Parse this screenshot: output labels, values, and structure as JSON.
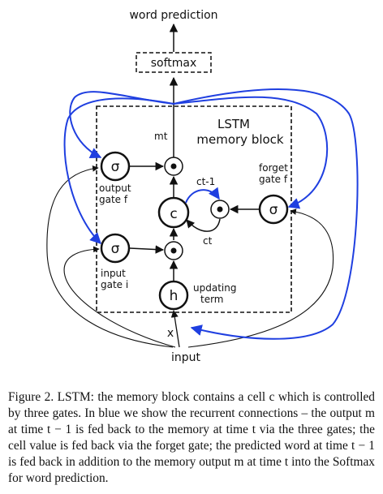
{
  "labels": {
    "word_prediction": "word prediction",
    "softmax": "softmax",
    "block_title_1": "LSTM",
    "block_title_2": "memory block",
    "m_t": "mt",
    "c_t_minus_1": "ct-1",
    "c_t": "ct",
    "output_gate_1": "output",
    "output_gate_2": "gate f",
    "forget_gate_1": "forget",
    "forget_gate_2": "gate f",
    "input_gate_1": "input",
    "input_gate_2": "gate i",
    "updating_1": "updating",
    "updating_2": "term",
    "x": "x",
    "input": "input"
  },
  "symbols": {
    "sigma": "σ",
    "cell": "c",
    "h": "h"
  },
  "colors": {
    "recurrent": "#1f3fe0",
    "ink": "#111111"
  },
  "caption": "Figure 2.   LSTM: the memory block contains a cell c which is controlled by three gates. In blue we show the recurrent connections – the output m at time t − 1 is fed back to the memory at time t via the three gates; the cell value is fed back via the forget gate; the predicted word at time t − 1 is fed back in addition to the memory output m at time t into the Softmax for word prediction."
}
